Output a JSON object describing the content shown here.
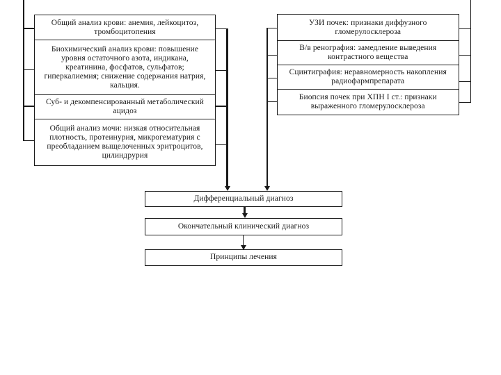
{
  "diagram": {
    "title": "Chronic renal failure diagnostic flowchart (fragment)",
    "colors": {
      "line": "#1a1a1a",
      "text": "#1a1a1a",
      "background": "#ffffff"
    },
    "left_column": [
      {
        "text": "Общий анализ крови: анемия, лейкоцитоз,\nтромбоцитопения"
      },
      {
        "text": "Биохимический анализ крови: повышение\nуровня остаточного азота, индикана,\nкреатинина, фосфатов, сульфатов;\nгиперкалиемия; снижение содержания натрия,\nкальция."
      },
      {
        "text": "Суб- и декомпенсированный метаболический\nацидоз"
      },
      {
        "text": "Общий анализ мочи: низкая относительная\nплотность, протеинурия, микрогематурия с\nпреобладанием выщелоченных эритроцитов,\nцилиндрурия"
      }
    ],
    "right_column": [
      {
        "text": "УЗИ почек: признаки диффузного\nгломерулосклероза"
      },
      {
        "text": "В/в ренография: замедление выведения\nконтрастного вещества"
      },
      {
        "text": "Сцинтиграфия: неравномерность накопления\nрадиофармпрепарата"
      },
      {
        "text": "Биопсия почек при ХПН I ст.: признаки\nвыраженного гломерулосклероза"
      }
    ],
    "flow": [
      {
        "text": "Дифференциальный диагноз"
      },
      {
        "text": "Окончательный клинический диагноз"
      },
      {
        "text": "Принципы лечения"
      }
    ]
  }
}
